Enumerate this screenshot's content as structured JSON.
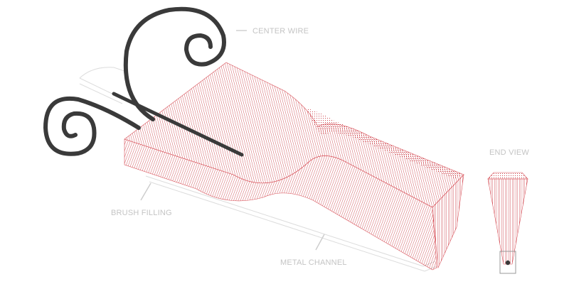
{
  "labels": {
    "center_wire": "CENTER WIRE",
    "brush_filling": "BRUSH FILLING",
    "metal_channel": "METAL CHANNEL",
    "end_view": "END VIEW"
  },
  "colors": {
    "filament": "#c0141f",
    "filament_edge": "#d9535b",
    "wire": "#3a3a3a",
    "outline": "#dcdcdc",
    "leader": "#cccccc",
    "label_text": "#c4c4c4"
  }
}
